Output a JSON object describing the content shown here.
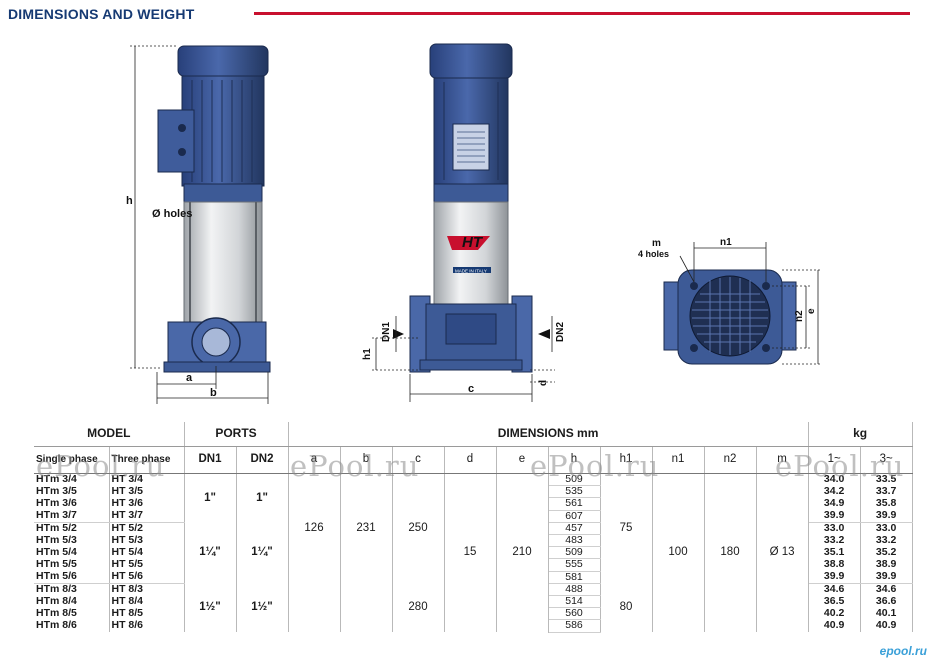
{
  "header": {
    "title": "DIMENSIONS AND WEIGHT",
    "accent": "#c8102e",
    "title_color": "#163a73"
  },
  "drawing": {
    "labels": {
      "h": "h",
      "holes": "Ø holes",
      "a": "a",
      "b": "b",
      "dn1": "DN1",
      "dn2": "DN2",
      "h1": "h1",
      "c": "c",
      "d": "d",
      "m": "m",
      "four_holes": "4 holes",
      "n1": "n1",
      "n2": "n2",
      "e": "e",
      "logo": "HT",
      "made_in": "MADE IN ITALY"
    },
    "colors": {
      "motor": "#3d5a96",
      "motor_dark": "#22355f",
      "steel": "#d8dadc",
      "base": "#4a68a8"
    }
  },
  "table": {
    "headers": {
      "model": "MODEL",
      "ports": "PORTS",
      "dimensions": "DIMENSIONS mm",
      "kg": "kg"
    },
    "subheaders": {
      "single": "Single phase",
      "three": "Three phase",
      "dn1": "DN1",
      "dn2": "DN2",
      "a": "a",
      "b": "b",
      "c": "c",
      "d": "d",
      "e": "e",
      "h": "h",
      "h1": "h1",
      "n1": "n1",
      "n2": "n2",
      "m": "m",
      "w1": "1~",
      "w3": "3~"
    },
    "rows": [
      {
        "single": "HTm 3/4",
        "three": "HT 3/4",
        "h": "509",
        "w1": "34.0",
        "w3": "33.5"
      },
      {
        "single": "HTm 3/5",
        "three": "HT 3/5",
        "h": "535",
        "w1": "34.2",
        "w3": "33.7"
      },
      {
        "single": "HTm 3/6",
        "three": "HT 3/6",
        "h": "561",
        "w1": "34.9",
        "w3": "35.8"
      },
      {
        "single": "HTm 3/7",
        "three": "HT 3/7",
        "h": "607",
        "w1": "39.9",
        "w3": "39.9"
      },
      {
        "single": "HTm 5/2",
        "three": "HT 5/2",
        "h": "457",
        "w1": "33.0",
        "w3": "33.0"
      },
      {
        "single": "HTm 5/3",
        "three": "HT 5/3",
        "h": "483",
        "w1": "33.2",
        "w3": "33.2"
      },
      {
        "single": "HTm 5/4",
        "three": "HT 5/4",
        "h": "509",
        "w1": "35.1",
        "w3": "35.2"
      },
      {
        "single": "HTm 5/5",
        "three": "HT 5/5",
        "h": "555",
        "w1": "38.8",
        "w3": "38.9"
      },
      {
        "single": "HTm 5/6",
        "three": "HT 5/6",
        "h": "581",
        "w1": "39.9",
        "w3": "39.9"
      },
      {
        "single": "HTm 8/3",
        "three": "HT 8/3",
        "h": "488",
        "w1": "34.6",
        "w3": "34.6"
      },
      {
        "single": "HTm 8/4",
        "three": "HT 8/4",
        "h": "514",
        "w1": "36.5",
        "w3": "36.6"
      },
      {
        "single": "HTm 8/5",
        "three": "HT 8/5",
        "h": "560",
        "w1": "40.2",
        "w3": "40.1"
      },
      {
        "single": "HTm 8/6",
        "three": "HT 8/6",
        "h": "586",
        "w1": "40.9",
        "w3": "40.9"
      }
    ],
    "merged": {
      "dn_3": "1\"",
      "dn_5": "1¼\"",
      "dn_8": "1½\"",
      "a": "126",
      "b": "231",
      "c_small": "250",
      "c_large": "280",
      "d": "15",
      "e": "210",
      "h1_small": "75",
      "h1_large": "80",
      "n1": "100",
      "n2": "180",
      "m": "Ø 13"
    }
  },
  "watermarks": [
    "ePool.ru",
    "ePool.ru",
    "ePool.ru",
    "ePool.ru"
  ],
  "site_mark": "epool.ru"
}
